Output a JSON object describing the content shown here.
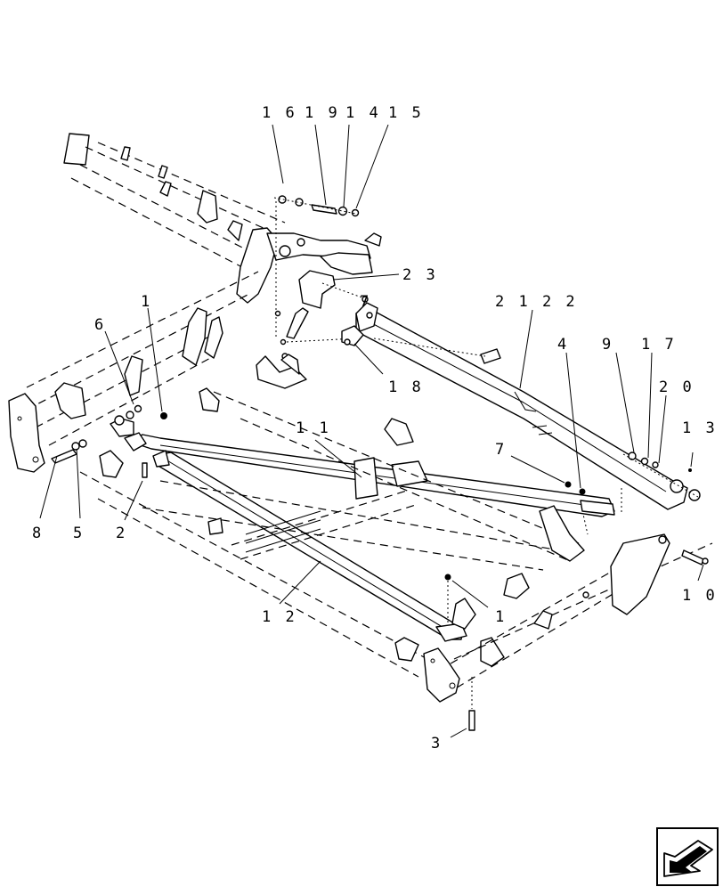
{
  "callouts": [
    {
      "id": "c16",
      "label": "1 6"
    },
    {
      "id": "c19",
      "label": "1 9"
    },
    {
      "id": "c14",
      "label": "1 4"
    },
    {
      "id": "c15",
      "label": "1 5"
    },
    {
      "id": "c23",
      "label": "2 3"
    },
    {
      "id": "c2122",
      "label": "2 1 2 2"
    },
    {
      "id": "c7top",
      "label": "7"
    },
    {
      "id": "c18",
      "label": "1 8"
    },
    {
      "id": "c1a",
      "label": "1"
    },
    {
      "id": "c6",
      "label": "6"
    },
    {
      "id": "c4",
      "label": "4"
    },
    {
      "id": "c9",
      "label": "9"
    },
    {
      "id": "c17",
      "label": "1 7"
    },
    {
      "id": "c20",
      "label": "2 0"
    },
    {
      "id": "c13",
      "label": "1 3"
    },
    {
      "id": "c11",
      "label": "1 1"
    },
    {
      "id": "c7",
      "label": "7"
    },
    {
      "id": "c8",
      "label": "8"
    },
    {
      "id": "c5",
      "label": "5"
    },
    {
      "id": "c2",
      "label": "2"
    },
    {
      "id": "c10",
      "label": "1 0"
    },
    {
      "id": "c12",
      "label": "1 2"
    },
    {
      "id": "c1b",
      "label": "1"
    },
    {
      "id": "c3",
      "label": "3"
    }
  ],
  "nav_icon": "next-page-arrow-icon"
}
